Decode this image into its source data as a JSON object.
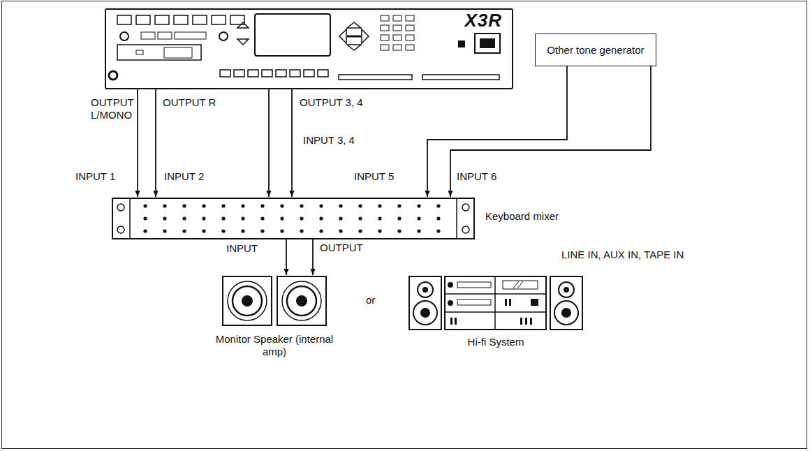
{
  "diagram": {
    "nodes": [
      {
        "text": [
          "X3R"
        ]
      },
      {
        "text": [
          "Other tone generator"
        ]
      },
      {
        "text": [
          "Keyboard mixer"
        ]
      },
      {
        "text": [
          "Monitor Speaker (internal amp)"
        ]
      },
      {
        "text": [
          "Hi-fi System"
        ]
      }
    ],
    "edges": [
      {
        "from": 0,
        "to": 2,
        "arrow": "to",
        "label": "OUTPUT L/MONO"
      },
      {
        "from": 0,
        "to": 2,
        "arrow": "to",
        "label": "OUTPUT R"
      },
      {
        "from": 0,
        "to": 2,
        "arrow": "to",
        "label": "OUTPUT 3, 4"
      },
      {
        "from": 0,
        "to": 2,
        "arrow": "to"
      },
      {
        "from": 1,
        "to": 2,
        "arrow": "to"
      },
      {
        "from": 1,
        "to": 2,
        "arrow": "to"
      },
      {
        "from": 2,
        "to": 3,
        "arrow": "to"
      },
      {
        "from": 2,
        "to": 3,
        "arrow": "to",
        "label": "OUTPUT"
      }
    ],
    "labels": [
      "INPUT 3, 4",
      "INPUT 1",
      "INPUT 2",
      "INPUT 5",
      "INPUT 6",
      "INPUT",
      "or",
      "LINE IN, AUX IN, TAPE IN"
    ]
  }
}
